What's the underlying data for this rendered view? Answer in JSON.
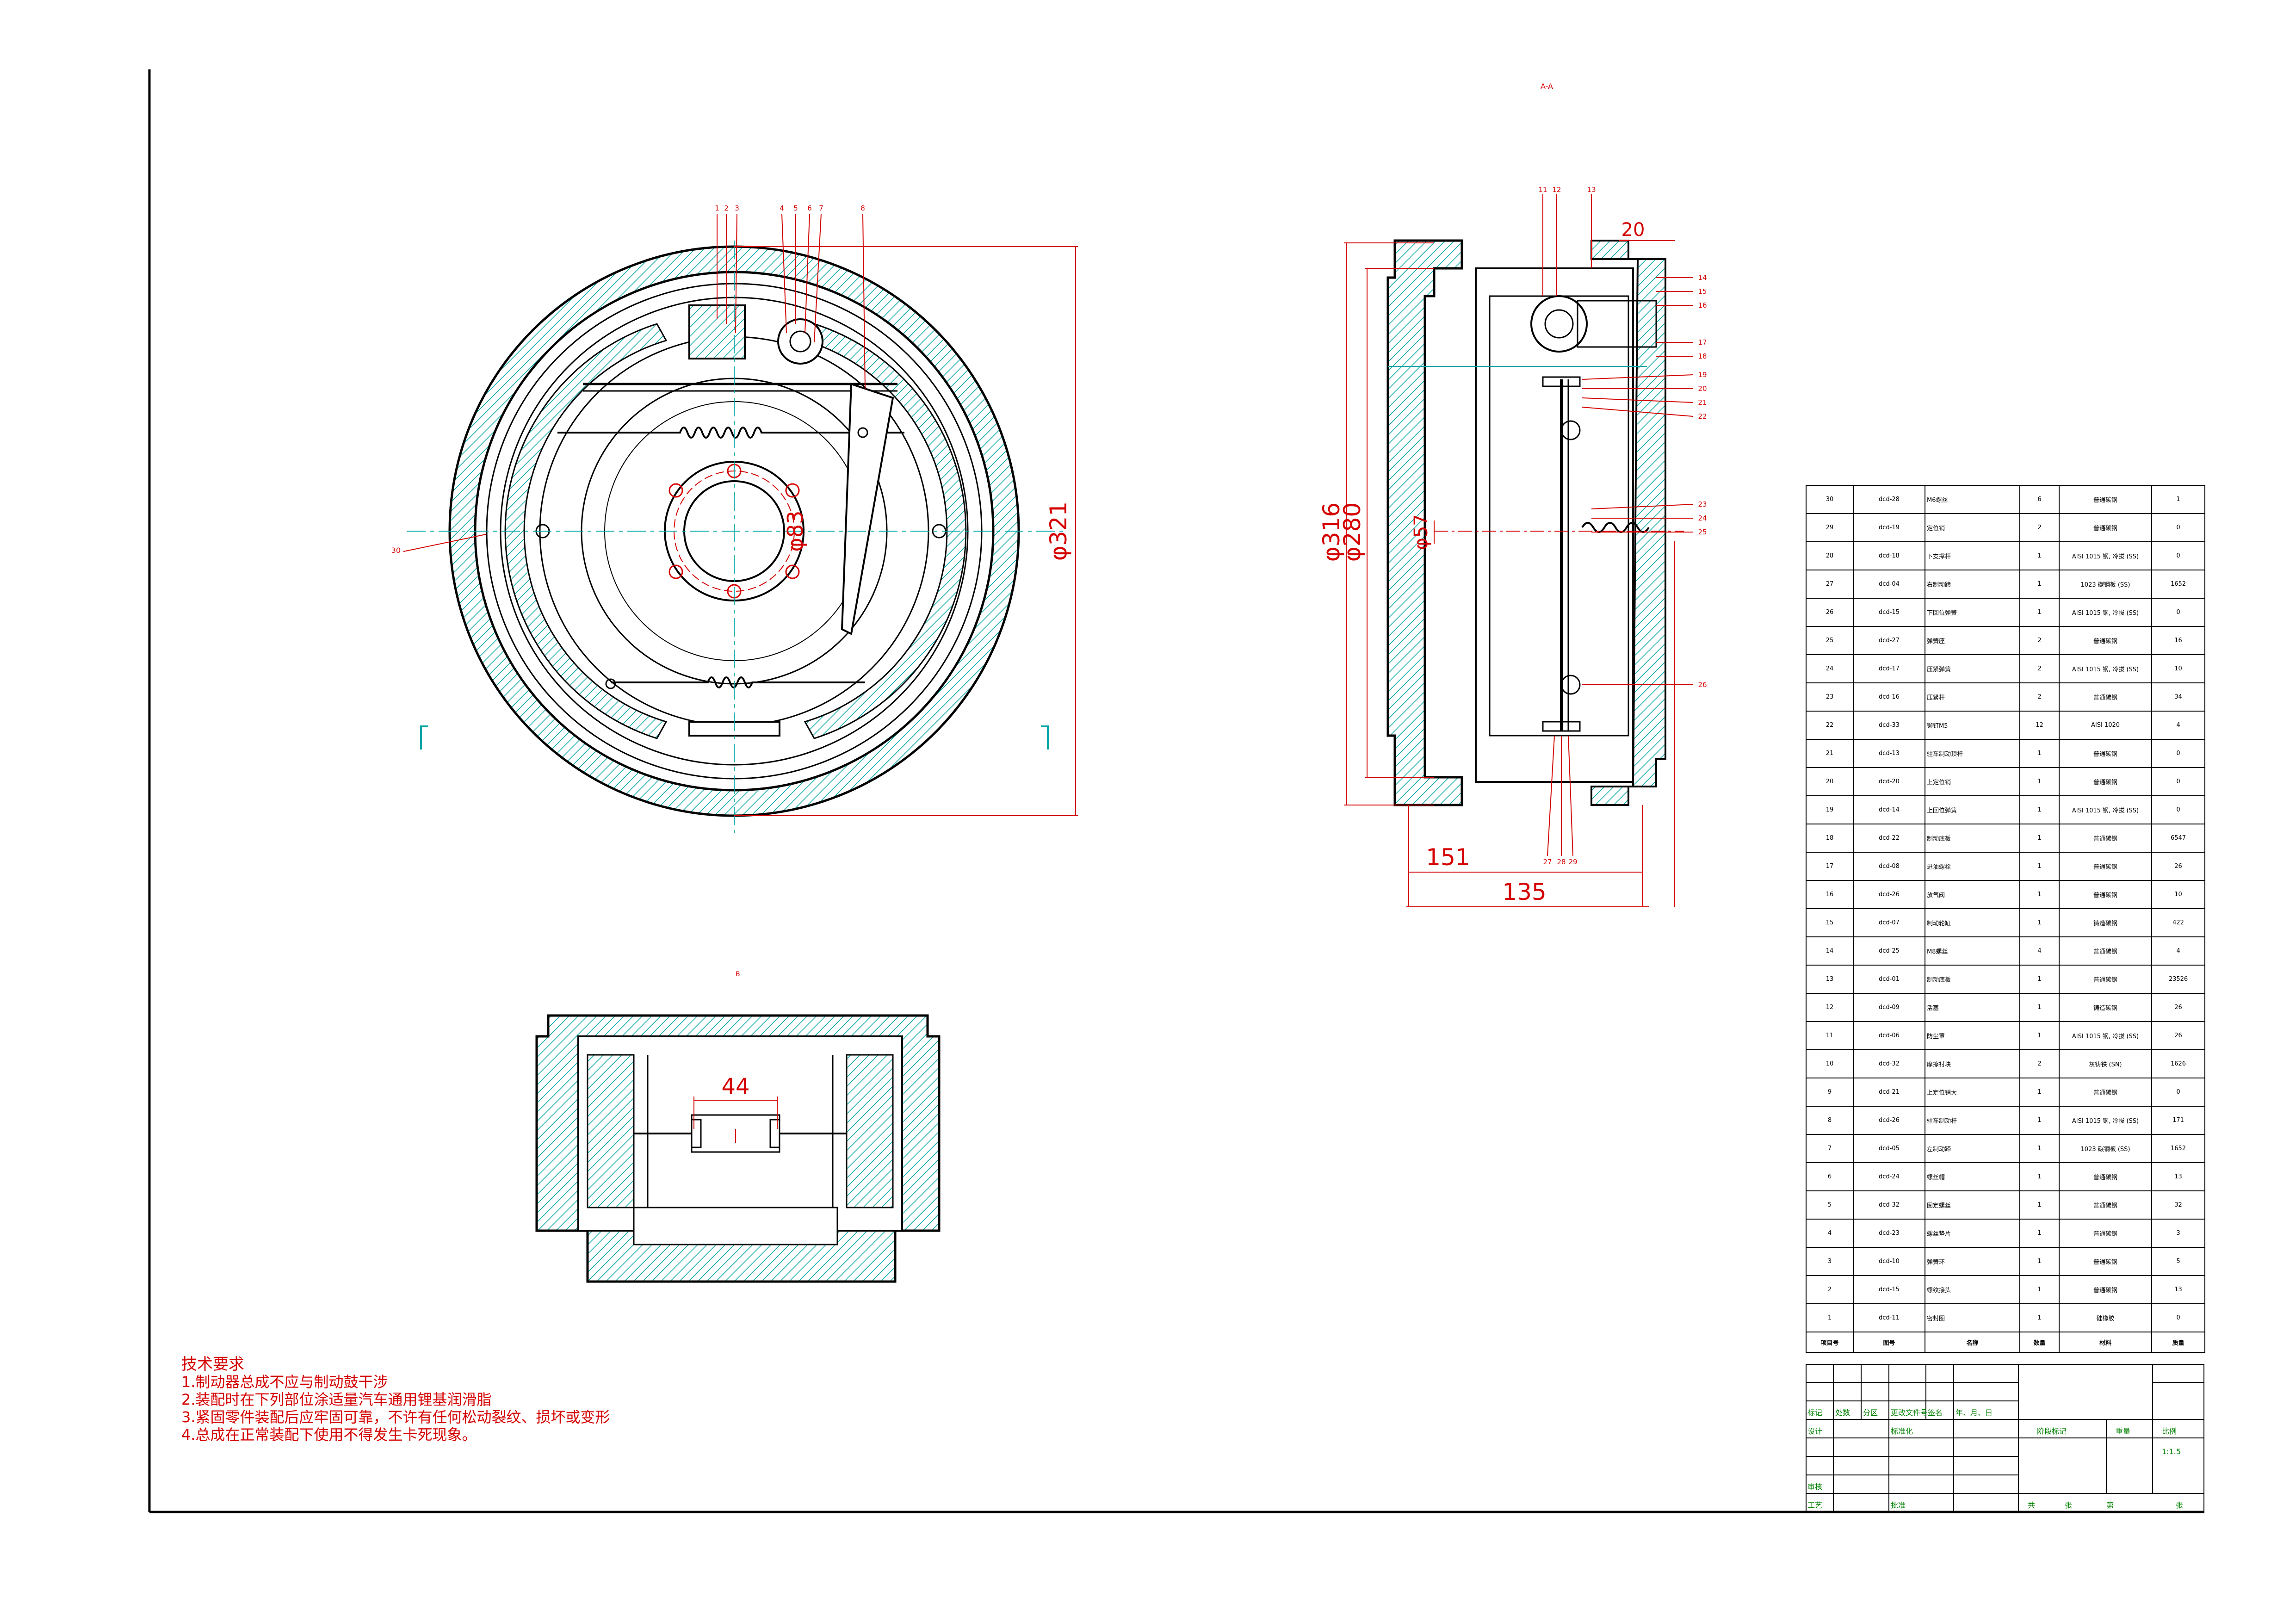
{
  "views": {
    "section_label": "A-A",
    "bottom_view_label": "B"
  },
  "front_view": {
    "callouts_top": [
      "1",
      "2",
      "3",
      "4",
      "5",
      "6",
      "7",
      "8"
    ],
    "callout_left": "30",
    "dimensions": {
      "outer_dia": "φ321",
      "bolt_circle_dia": "φ83"
    }
  },
  "section_view": {
    "callouts_top": [
      "11",
      "12",
      "13"
    ],
    "callouts_right": [
      "14",
      "15",
      "16",
      "17",
      "18",
      "19",
      "20",
      "21",
      "22",
      "23",
      "24",
      "25",
      "26"
    ],
    "callouts_bottom": [
      "27",
      "28",
      "29"
    ],
    "dimensions": {
      "dia_316": "φ316",
      "dia_280": "φ280",
      "dia_57": "φ57",
      "len_151": "151",
      "len_135": "135",
      "len_20": "20"
    }
  },
  "bottom_view": {
    "dimension": "44"
  },
  "tech_requirements": {
    "title": "技术要求",
    "items": [
      "1.制动器总成不应与制动鼓干涉",
      "2.装配时在下列部位涂适量汽车通用锂基润滑脂",
      "3.紧固零件装配后应牢固可靠，不许有任何松动裂纹、损坏或变形",
      "4.总成在正常装配下使用不得发生卡死现象。"
    ]
  },
  "bom": {
    "header": [
      "项目号",
      "图号",
      "名称",
      "数量",
      "材料",
      "质量"
    ],
    "rows": [
      [
        "30",
        "dcd-28",
        "M6螺丝",
        "6",
        "普通碳钢",
        "1"
      ],
      [
        "29",
        "dcd-19",
        "定位销",
        "2",
        "普通碳钢",
        "0"
      ],
      [
        "28",
        "dcd-18",
        "下支撑杆",
        "1",
        "AISI 1015 钢, 冷拔 (SS)",
        "0"
      ],
      [
        "27",
        "dcd-04",
        "右制动蹄",
        "1",
        "1023 碳钢板 (SS)",
        "1652"
      ],
      [
        "26",
        "dcd-15",
        "下回位弹簧",
        "1",
        "AISI 1015 钢, 冷拔 (SS)",
        "0"
      ],
      [
        "25",
        "dcd-27",
        "弹簧座",
        "2",
        "普通碳钢",
        "16"
      ],
      [
        "24",
        "dcd-17",
        "压紧弹簧",
        "2",
        "AISI 1015 钢, 冷拔 (SS)",
        "10"
      ],
      [
        "23",
        "dcd-16",
        "压紧杆",
        "2",
        "普通碳钢",
        "34"
      ],
      [
        "22",
        "dcd-33",
        "铆钉M5",
        "12",
        "AISI 1020",
        "4"
      ],
      [
        "21",
        "dcd-13",
        "驻车制动顶杆",
        "1",
        "普通碳钢",
        "0"
      ],
      [
        "20",
        "dcd-20",
        "上定位销",
        "1",
        "普通碳钢",
        "0"
      ],
      [
        "19",
        "dcd-14",
        "上回位弹簧",
        "1",
        "AISI 1015 钢, 冷拔 (SS)",
        "0"
      ],
      [
        "18",
        "dcd-22",
        "制动底板",
        "1",
        "普通碳钢",
        "6547"
      ],
      [
        "17",
        "dcd-08",
        "进油螺栓",
        "1",
        "普通碳钢",
        "26"
      ],
      [
        "16",
        "dcd-26",
        "放气阀",
        "1",
        "普通碳钢",
        "10"
      ],
      [
        "15",
        "dcd-07",
        "制动轮缸",
        "1",
        "铸造碳钢",
        "422"
      ],
      [
        "14",
        "dcd-25",
        "M8螺丝",
        "4",
        "普通碳钢",
        "4"
      ],
      [
        "13",
        "dcd-01",
        "制动底板",
        "1",
        "普通碳钢",
        "23526"
      ],
      [
        "12",
        "dcd-09",
        "活塞",
        "1",
        "铸造碳钢",
        "26"
      ],
      [
        "11",
        "dcd-06",
        "防尘罩",
        "1",
        "AISI 1015 钢, 冷拔 (SS)",
        "26"
      ],
      [
        "10",
        "dcd-32",
        "摩擦衬块",
        "2",
        "灰铸铁 (SN)",
        "1626"
      ],
      [
        "9",
        "dcd-21",
        "上定位销大",
        "1",
        "普通碳钢",
        "0"
      ],
      [
        "8",
        "dcd-26",
        "驻车制动杆",
        "1",
        "AISI 1015 钢, 冷拔 (SS)",
        "171"
      ],
      [
        "7",
        "dcd-05",
        "左制动蹄",
        "1",
        "1023 碳钢板 (SS)",
        "1652"
      ],
      [
        "6",
        "dcd-24",
        "螺丝帽",
        "1",
        "普通碳钢",
        "13"
      ],
      [
        "5",
        "dcd-32",
        "固定螺丝",
        "1",
        "普通碳钢",
        "32"
      ],
      [
        "4",
        "dcd-23",
        "螺丝垫片",
        "1",
        "普通碳钢",
        "3"
      ],
      [
        "3",
        "dcd-10",
        "弹簧环",
        "1",
        "普通碳钢",
        "5"
      ],
      [
        "2",
        "dcd-15",
        "螺纹接头",
        "1",
        "普通碳钢",
        "13"
      ],
      [
        "1",
        "dcd-11",
        "密封圈",
        "1",
        "硅橡胶",
        "0"
      ]
    ]
  },
  "title_block": {
    "labels": {
      "mark": "标记",
      "count": "处数",
      "zone": "分区",
      "change_doc": "更改文件号",
      "sign": "签名",
      "date": "年、月、日",
      "design": "设计",
      "standardize": "标准化",
      "review": "审核",
      "process": "工艺",
      "approve": "批准",
      "stage": "阶段标记",
      "weight": "重量",
      "scale": "比例",
      "total": "共",
      "sheets": "张",
      "num": "第",
      "sheet": "张"
    },
    "scale_value": "1:1.5"
  },
  "colors": {
    "outline": "#000000",
    "dimension": "#cc0000",
    "hatch": "#00a6a6",
    "centerline": "#00a6a6",
    "title_text": "#008000"
  }
}
